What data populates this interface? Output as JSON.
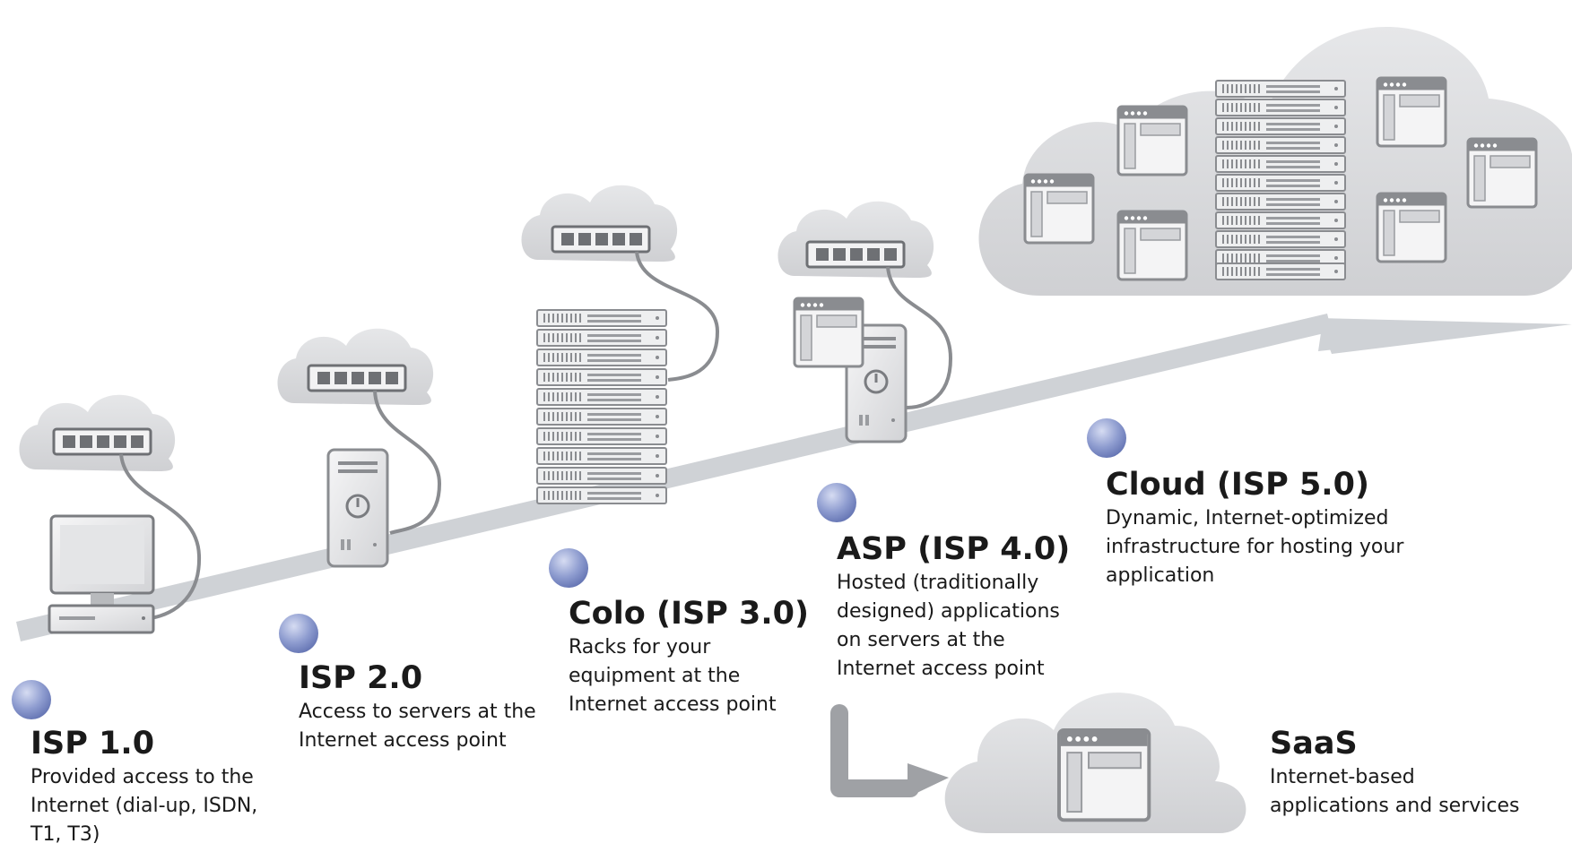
{
  "stages": [
    {
      "id": "isp1",
      "title": "ISP 1.0",
      "description": "Provided access to the\nInternet (dial-up, ISDN,\nT1, T3)"
    },
    {
      "id": "isp2",
      "title": "ISP 2.0",
      "description": "Access to servers at the\nInternet access point"
    },
    {
      "id": "colo",
      "title": "Colo (ISP 3.0)",
      "description": "Racks for your\nequipment at the\nInternet access point"
    },
    {
      "id": "asp",
      "title": "ASP (ISP 4.0)",
      "description": "Hosted (traditionally\ndesigned) applications\non servers at the\nInternet access point"
    },
    {
      "id": "cloud",
      "title": "Cloud (ISP 5.0)",
      "description": "Dynamic, Internet-optimized\ninfrastructure for hosting your\napplication"
    },
    {
      "id": "saas",
      "title": "SaaS",
      "description": "Internet-based\napplications and services"
    }
  ],
  "icons": [
    "cloud-icon",
    "network-switch-icon",
    "desktop-computer-icon",
    "tower-server-icon",
    "server-rack-icon",
    "application-window-icon",
    "branch-arrow-icon",
    "timeline-arrow"
  ],
  "colors": {
    "timeline": "#cfd2d6",
    "node": "#8898cc",
    "cloud": "#d8d9db",
    "device_stroke": "#8a8c90",
    "text": "#1a1a1a"
  }
}
